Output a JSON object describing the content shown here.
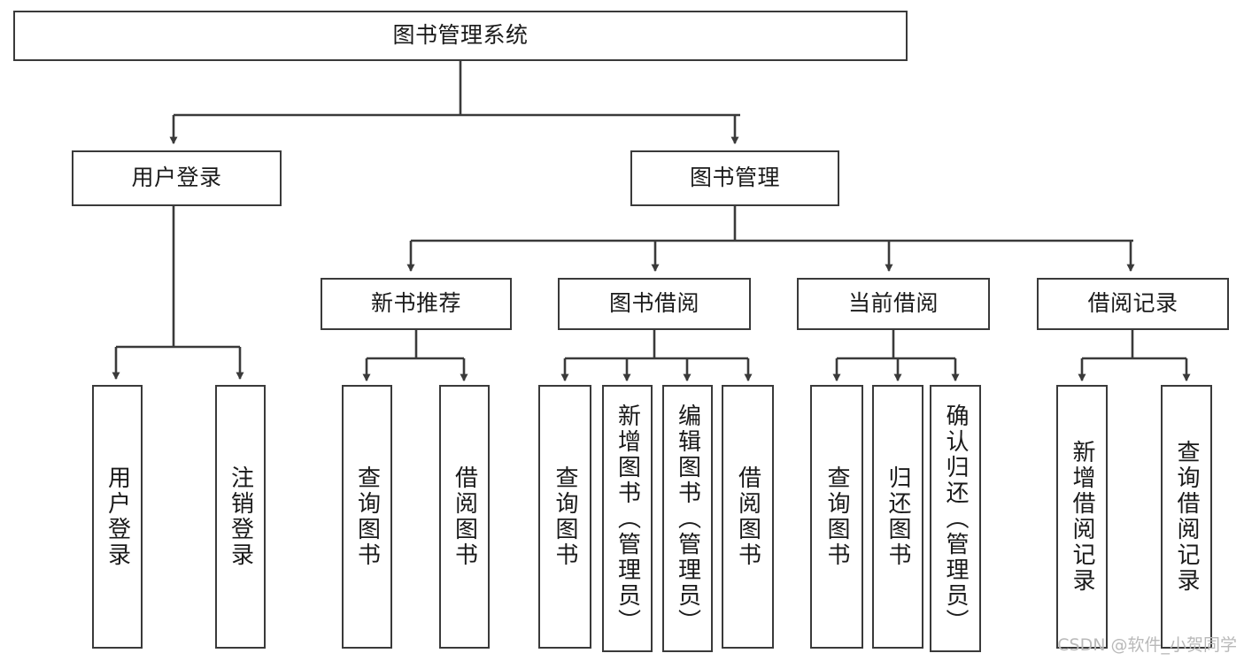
{
  "diagram": {
    "title": "图书管理系统",
    "type": "tree",
    "watermark": "CSDN @软件_小贺同学",
    "colors": {
      "stroke": "#3a3a3a",
      "fill": "#ffffff",
      "text": "#1a1a1a",
      "watermark": "#b9b9b9"
    },
    "levels": {
      "root": {
        "label": "图书管理系统"
      },
      "level2": [
        {
          "label": "用户登录"
        },
        {
          "label": "图书管理"
        }
      ],
      "level3": [
        {
          "label": "新书推荐"
        },
        {
          "label": "图书借阅"
        },
        {
          "label": "当前借阅"
        },
        {
          "label": "借阅记录"
        }
      ],
      "leaves": {
        "user_login": [
          {
            "label": "用户登录"
          },
          {
            "label": "注销登录"
          }
        ],
        "new_book_recommend": [
          {
            "label": "查询图书"
          },
          {
            "label": "借阅图书"
          }
        ],
        "book_borrow": [
          {
            "label": "查询图书"
          },
          {
            "label": "新增图书（管理员）"
          },
          {
            "label": "编辑图书（管理员）"
          },
          {
            "label": "借阅图书"
          }
        ],
        "current_borrow": [
          {
            "label": "查询图书"
          },
          {
            "label": "归还图书"
          },
          {
            "label": "确认归还（管理员）"
          }
        ],
        "borrow_record": [
          {
            "label": "新增借阅记录"
          },
          {
            "label": "查询借阅记录"
          }
        ]
      }
    }
  }
}
